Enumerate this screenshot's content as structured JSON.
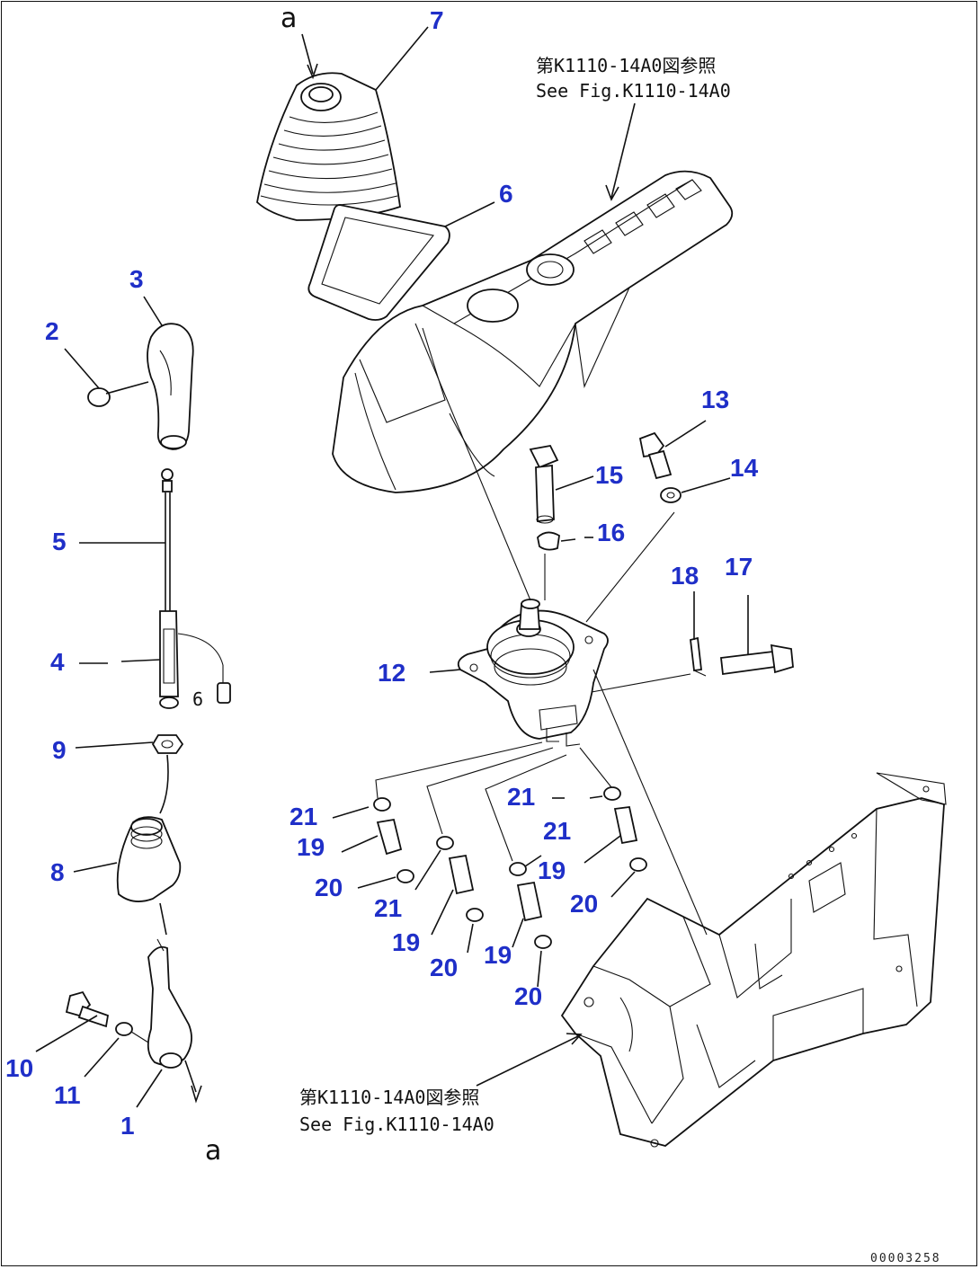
{
  "labels": {
    "p1": "1",
    "p2": "2",
    "p3": "3",
    "p4": "4",
    "p5": "5",
    "p6": "6",
    "p7": "7",
    "p8": "8",
    "p9": "9",
    "p10": "10",
    "p11": "11",
    "p12": "12",
    "p13": "13",
    "p14": "14",
    "p15": "15",
    "p16": "16",
    "p17": "17",
    "p18": "18",
    "p19": "19",
    "p20": "20",
    "p21": "21"
  },
  "letters": {
    "top": "a",
    "bottom": "a"
  },
  "references": {
    "top_line1": "第K1110-14A0図参照",
    "top_line2": "See Fig.K1110-14A0",
    "bottom_line1": "第K1110-14A0図参照",
    "bottom_line2": "See Fig.K1110-14A0"
  },
  "document_number": "00003258",
  "colors": {
    "label": "#1f2fc8",
    "line": "#111111",
    "background": "#ffffff"
  }
}
